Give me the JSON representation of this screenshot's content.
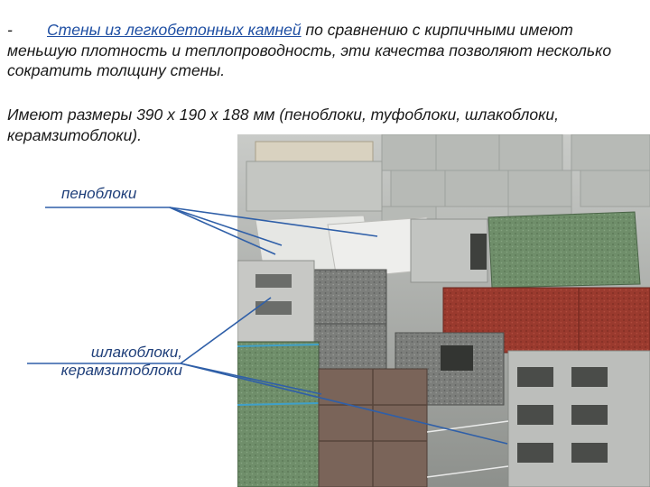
{
  "text": {
    "paragraph1_dash": "-",
    "paragraph1_lead": "Стены из легкобетонных камней",
    "paragraph1_rest": " по сравнению с кирпичными имеют меньшую плотность и теплопроводность, эти качества позволяют несколько сократить толщину стены.",
    "paragraph2": "Имеют размеры 390 х 190 х 188 мм (пеноблоки, туфоблоки, шлакоблоки, керамзитоблоки)."
  },
  "labels": {
    "foam_blocks": "пеноблоки",
    "slag_blocks": "шлакоблоки,",
    "claydite_blocks": "керамзитоблоки"
  },
  "colors": {
    "accent_text": "#1f4fa3",
    "pointer_line": "#2f5fa8",
    "red_block": "#9a3a2e",
    "green_block": "#6f8e6a"
  }
}
